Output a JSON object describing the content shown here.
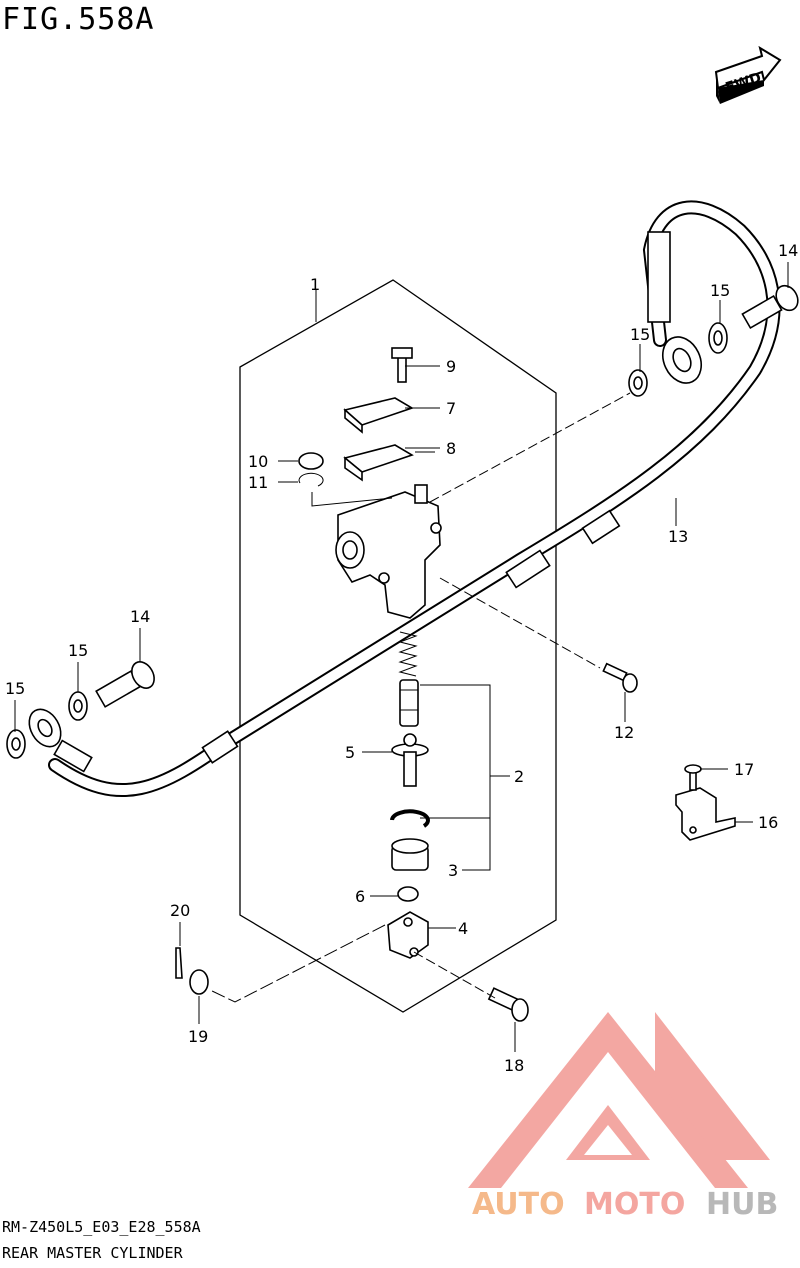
{
  "figure": {
    "title": "FIG.558A",
    "code": "RM-Z450L5_E03_E28_558A",
    "name": "REAR MASTER CYLINDER"
  },
  "fwd_label": "FWD",
  "callouts": [
    "1",
    "2",
    "3",
    "4",
    "5",
    "6",
    "7",
    "8",
    "9",
    "10",
    "11",
    "12",
    "13",
    "14",
    "14",
    "15",
    "15",
    "15",
    "15",
    "16",
    "17",
    "18",
    "19",
    "20"
  ],
  "watermark": {
    "part1": "AUTO",
    "part2": "MOTO",
    "part3": "HUB",
    "colors": {
      "auto": "#f5b98a",
      "moto": "#f4a6a0",
      "hub": "#b8b8b8",
      "logo": "#f08a84"
    }
  }
}
